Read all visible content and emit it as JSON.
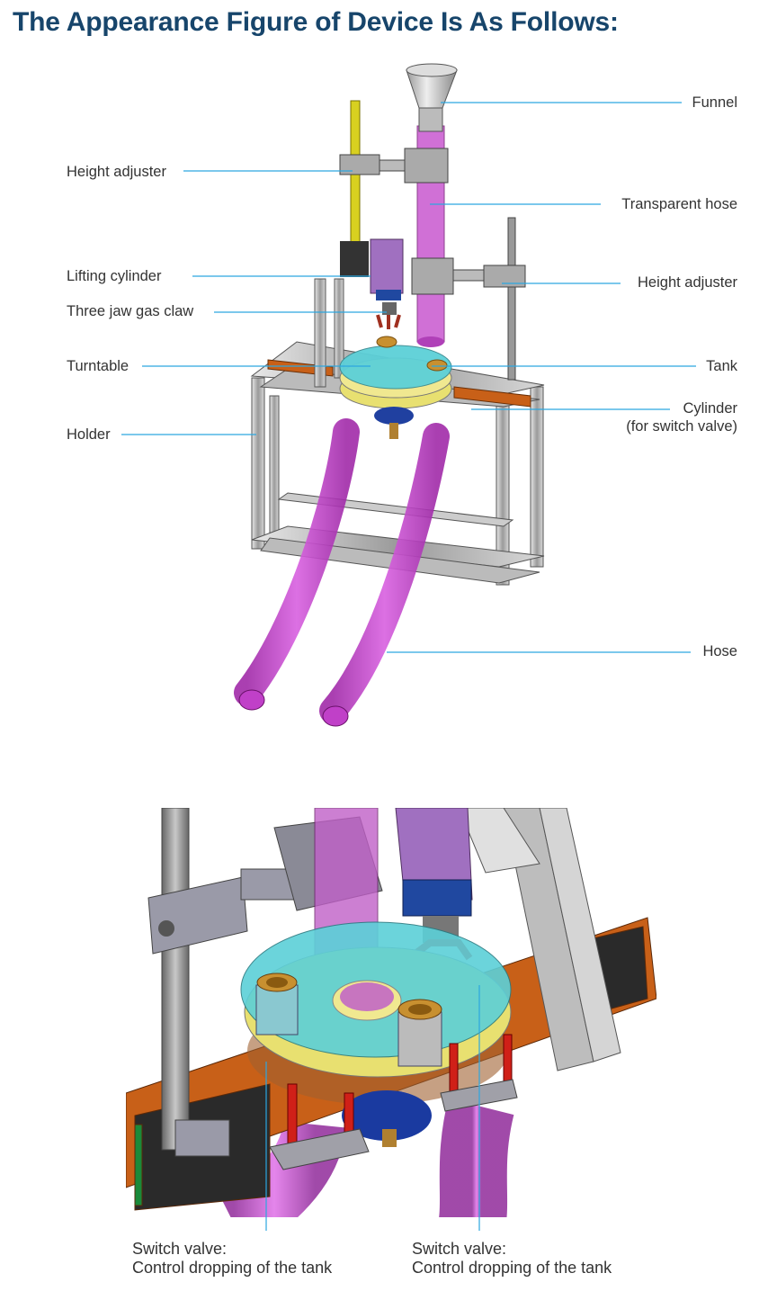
{
  "title": "The Appearance Figure of Device Is As Follows:",
  "labels": {
    "funnel": "Funnel",
    "height_adjuster_left": "Height adjuster",
    "transparent_hose": "Transparent hose",
    "lifting_cylinder": "Lifting cylinder",
    "height_adjuster_right": "Height adjuster",
    "three_jaw_gas_claw": "Three jaw gas claw",
    "turntable": "Turntable",
    "tank": "Tank",
    "cylinder_line1": "Cylinder",
    "cylinder_line2": "(for switch valve)",
    "holder": "Holder",
    "hose": "Hose"
  },
  "captions": {
    "left_line1": "Switch valve:",
    "left_line2": "Control dropping of the tank",
    "right_line1": "Switch valve:",
    "right_line2": "Control dropping of the tank"
  },
  "colors": {
    "title": "#17456b",
    "leader_line": "#2ca7e0",
    "hose": "#c040c8",
    "turntable": "#5cd0d8",
    "turntable_base": "#e8e070",
    "rail": "#c86018",
    "frame": "#a8a8a8",
    "rod_yellow": "#d8d020"
  },
  "icons": [
    "device-3d-view",
    "device-closeup-view"
  ]
}
